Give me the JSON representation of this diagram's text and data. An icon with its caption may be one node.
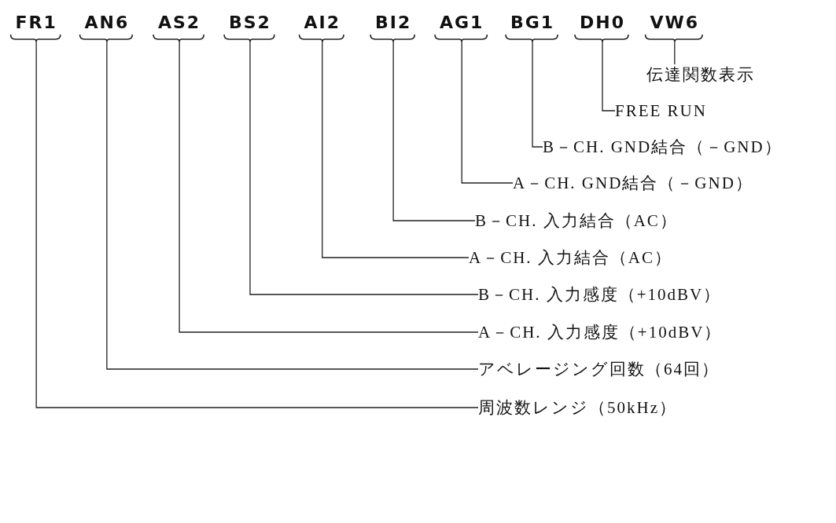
{
  "diagram": {
    "nodes": [
      {
        "text": [
          "FR1"
        ]
      },
      {
        "text": [
          "AN6"
        ]
      },
      {
        "text": [
          "AS2"
        ]
      },
      {
        "text": [
          "BS2"
        ]
      },
      {
        "text": [
          "AI2"
        ]
      },
      {
        "text": [
          "BI2"
        ]
      },
      {
        "text": [
          "AG1"
        ]
      },
      {
        "text": [
          "BG1"
        ]
      },
      {
        "text": [
          "DH0"
        ]
      },
      {
        "text": [
          "VW6"
        ]
      },
      {
        "text": [
          "伝達関数表示"
        ]
      },
      {
        "text": [
          "FREE RUN"
        ]
      },
      {
        "text": [
          "B－CH. GND結合（－GND）"
        ]
      },
      {
        "text": [
          "A－CH. GND結合（－GND）"
        ]
      },
      {
        "text": [
          "B－CH. 入力結合（AC）"
        ]
      },
      {
        "text": [
          "A－CH. 入力結合（AC）"
        ]
      },
      {
        "text": [
          "B－CH. 入力感度（+10dBV）"
        ]
      },
      {
        "text": [
          "A－CH. 入力感度（+10dBV）"
        ]
      },
      {
        "text": [
          "アベレージング回数（64回）"
        ]
      },
      {
        "text": [
          "周波数レンジ（50kHz）"
        ]
      }
    ],
    "edges": [
      {
        "from": 9,
        "to": 10,
        "arrow": "none"
      },
      {
        "from": 8,
        "to": 11,
        "arrow": "none"
      },
      {
        "from": 7,
        "to": 12,
        "arrow": "none"
      },
      {
        "from": 6,
        "to": 13,
        "arrow": "none"
      },
      {
        "from": 5,
        "to": 14,
        "arrow": "none"
      },
      {
        "from": 4,
        "to": 15,
        "arrow": "none"
      },
      {
        "from": 3,
        "to": 16,
        "arrow": "none"
      },
      {
        "from": 2,
        "to": 17,
        "arrow": "none"
      },
      {
        "from": 1,
        "to": 18,
        "arrow": "none"
      },
      {
        "from": 0,
        "to": 19,
        "arrow": "none"
      }
    ]
  }
}
